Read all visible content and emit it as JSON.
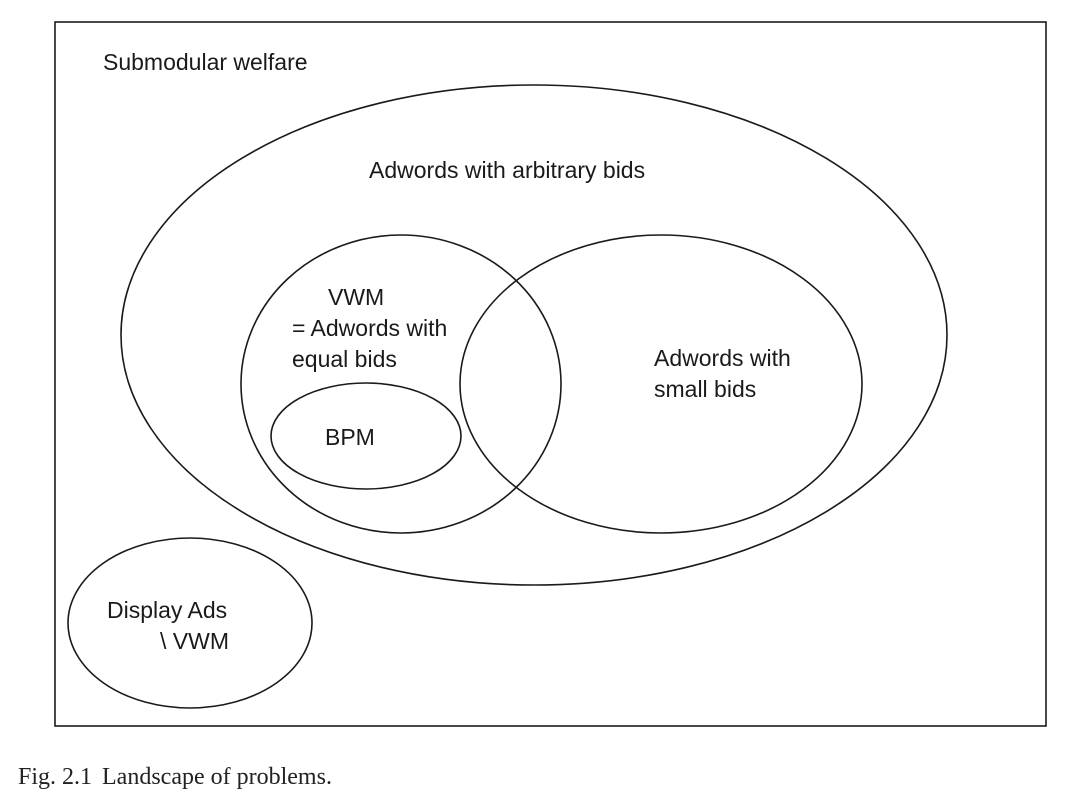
{
  "diagram": {
    "outer_label": "Submodular welfare",
    "arbitrary_label": "Adwords with arbitrary bids",
    "vwm_label": {
      "line1": "VWM",
      "line2": "= Adwords with",
      "line3": "equal bids"
    },
    "small_label": {
      "line1": "Adwords with",
      "line2": "small bids"
    },
    "bpm_label": "BPM",
    "display_label": {
      "line1": "Display Ads",
      "line2": "\\ VWM"
    }
  },
  "caption": {
    "figure_label": "Fig. 2.1",
    "text": "Landscape of problems."
  }
}
